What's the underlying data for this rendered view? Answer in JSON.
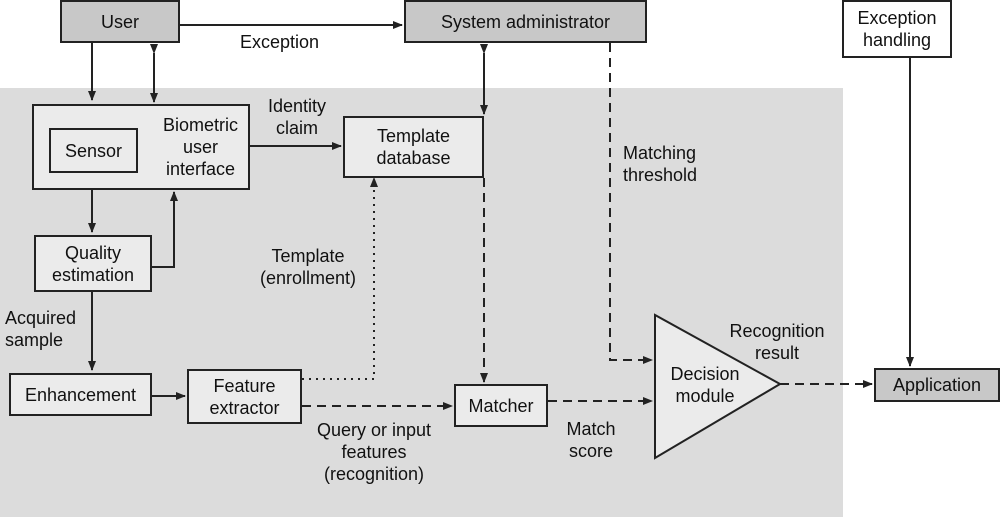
{
  "diagram": {
    "nodes": {
      "user": "User",
      "system_admin": "System administrator",
      "exception_handling": "Exception\nhandling",
      "sensor": "Sensor",
      "biometric_ui": "Biometric\nuser\ninterface",
      "template_db": "Template\ndatabase",
      "quality_estimation": "Quality\nestimation",
      "enhancement": "Enhancement",
      "feature_extractor": "Feature\nextractor",
      "matcher": "Matcher",
      "decision_module": "Decision\nmodule",
      "application": "Application"
    },
    "edge_labels": {
      "exception": "Exception",
      "identity_claim": "Identity\nclaim",
      "matching_threshold": "Matching\nthreshold",
      "template_enrollment": "Template\n(enrollment)",
      "acquired_sample": "Acquired\nsample",
      "recognition_result": "Recognition\nresult",
      "query_features": "Query or input\nfeatures\n(recognition)",
      "match_score": "Match\nscore"
    }
  }
}
